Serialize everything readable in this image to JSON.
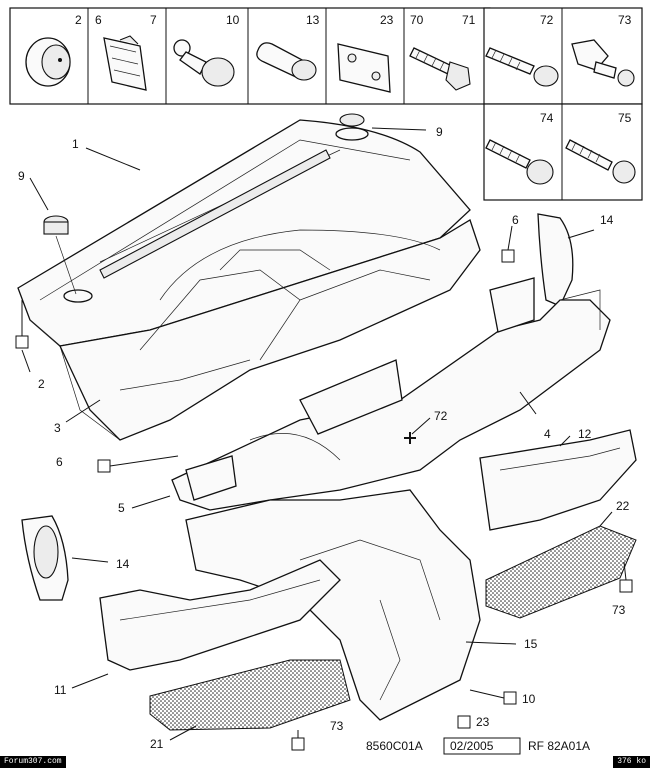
{
  "parts_table": [
    {
      "labels": [
        "2"
      ]
    },
    {
      "labels": [
        "6",
        "7"
      ]
    },
    {
      "labels": [
        "10"
      ]
    },
    {
      "labels": [
        "13"
      ]
    },
    {
      "labels": [
        "23"
      ]
    },
    {
      "labels": [
        "70",
        "71"
      ]
    },
    {
      "labels": [
        "72"
      ]
    },
    {
      "labels": [
        "73"
      ]
    },
    {
      "labels": [
        "74"
      ]
    },
    {
      "labels": [
        "75"
      ]
    }
  ],
  "callouts": [
    "1",
    "9",
    "9",
    "2",
    "3",
    "6",
    "14",
    "72",
    "4",
    "6",
    "12",
    "5",
    "22",
    "14",
    "73",
    "15",
    "11",
    "10",
    "23",
    "21",
    "73"
  ],
  "footer": {
    "ref_code": "8560C01A",
    "date": "02/2005",
    "rf_code": "RF 82A01A",
    "watermark_left": "Forum307.com",
    "watermark_right": "376 ko"
  }
}
